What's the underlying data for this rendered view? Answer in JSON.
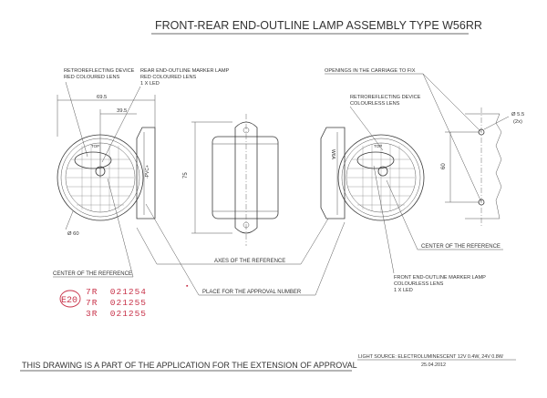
{
  "title": "FRONT-REAR END-OUTLINE LAMP ASSEMBLY TYPE W56RR",
  "left_view": {
    "label_retro_1": "RETROREFLECTING DEVICE",
    "label_retro_2": "RED COLOURED LENS",
    "label_marker_1": "REAR END-OUTLINE MARKER LAMP",
    "label_marker_2": "RED COLOURED LENS",
    "label_marker_3": "1 X LED",
    "dim_width": "69.5",
    "dim_half": "39.5",
    "dim_dia": "Ø 60",
    "side_mark": "-PVC+",
    "top_mark": "TOP"
  },
  "mid_view": {
    "dim_height": "75",
    "label_axes": "AXES OF THE REFERENCE",
    "label_approval": "PLACE FOR THE APPROVAL NUMBER"
  },
  "right_view": {
    "label_openings": "OPENINGS IN THE CARRIAGE TO FIX",
    "label_retro_1": "RETROREFLECTING DEVICE",
    "label_retro_2": "COLOURLESS LENS",
    "dim_hole_1": "Ø 5.5",
    "dim_hole_2": "(2x)",
    "dim_spacing": "60",
    "label_center": "CENTER OF THE REFERENCE",
    "label_front_1": "FRONT END-OUTLINE MARKER LAMP",
    "label_front_2": "COLOURLESS LENS",
    "label_front_3": "1 X LED",
    "side_mark": "W6A",
    "top_mark": "TOP"
  },
  "left_bottom": {
    "label_center": "CENTER OF THE REFERENCE"
  },
  "approval": {
    "mark": "E20",
    "rows": [
      "7R  021254",
      "7R  021255",
      "3R  021255"
    ]
  },
  "footer": {
    "statement": "THIS DRAWING IS A PART OF THE APPLICATION FOR THE EXTENSION OF APPROVAL",
    "light_source": "LIGHT SOURCE: ELECTROLUMINESCENT  12V  0.4W, 24V  0.8W",
    "date": "25.04.2012"
  },
  "colors": {
    "ink": "#333333",
    "stamp": "#c8334a"
  }
}
